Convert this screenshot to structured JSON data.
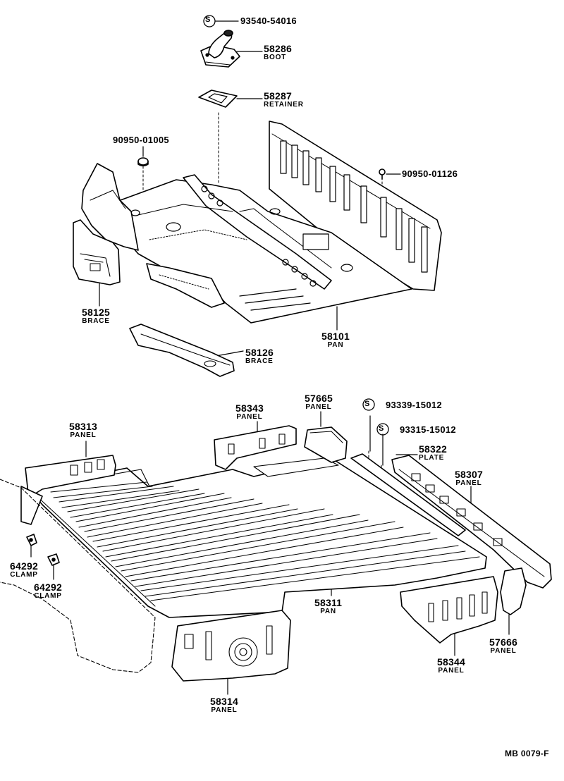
{
  "parts": [
    {
      "id": "p93540",
      "number": "93540-54016",
      "std": "S",
      "name": ""
    },
    {
      "id": "p58286",
      "number": "58286",
      "name": "BOOT"
    },
    {
      "id": "p58287",
      "number": "58287",
      "name": "RETAINER"
    },
    {
      "id": "p90950a",
      "number": "90950-01005",
      "name": ""
    },
    {
      "id": "p90950b",
      "number": "90950-01126",
      "name": ""
    },
    {
      "id": "p58125",
      "number": "58125",
      "name": "BRACE"
    },
    {
      "id": "p58101",
      "number": "58101",
      "name": "PAN"
    },
    {
      "id": "p58126",
      "number": "58126",
      "name": "BRACE"
    },
    {
      "id": "p58343",
      "number": "58343",
      "name": "PANEL"
    },
    {
      "id": "p57665",
      "number": "57665",
      "name": "PANEL"
    },
    {
      "id": "p93339",
      "number": "93339-15012",
      "std": "S",
      "name": ""
    },
    {
      "id": "p93315",
      "number": "93315-15012",
      "std": "S",
      "name": ""
    },
    {
      "id": "p58313",
      "number": "58313",
      "name": "PANEL"
    },
    {
      "id": "p58322",
      "number": "58322",
      "name": "PLATE"
    },
    {
      "id": "p58307",
      "number": "58307",
      "name": "PANEL"
    },
    {
      "id": "p64292a",
      "number": "64292",
      "name": "CLAMP"
    },
    {
      "id": "p64292b",
      "number": "64292",
      "name": "CLAMP"
    },
    {
      "id": "p58311",
      "number": "58311",
      "name": "PAN"
    },
    {
      "id": "p57666",
      "number": "57666",
      "name": "PANEL"
    },
    {
      "id": "p58344",
      "number": "58344",
      "name": "PANEL"
    },
    {
      "id": "p58314",
      "number": "58314",
      "name": "PANEL"
    }
  ],
  "diagram_code": "MB 0079-F"
}
